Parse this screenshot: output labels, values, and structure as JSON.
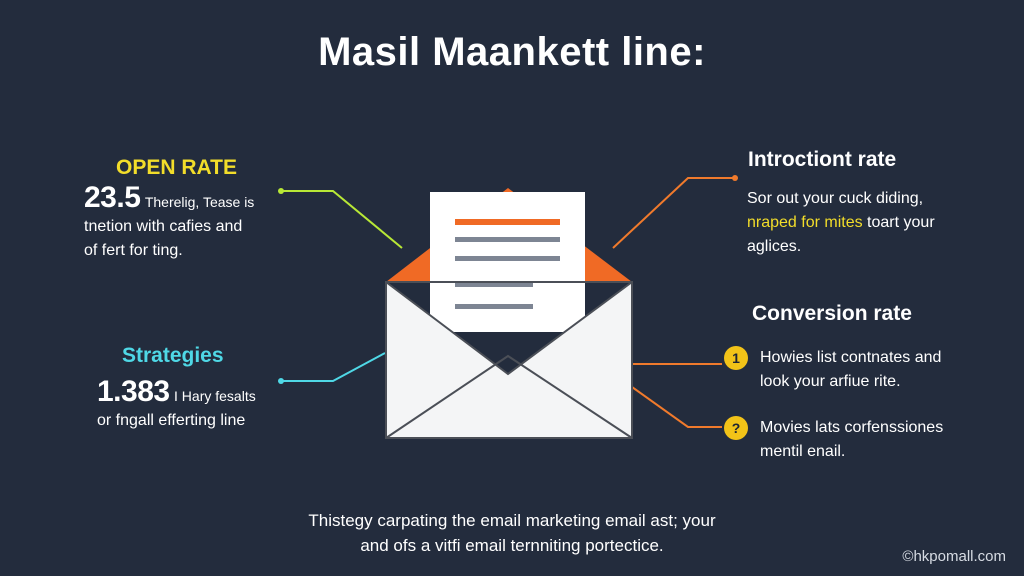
{
  "title": "Masil Maankett line:",
  "left": {
    "open_rate": {
      "heading": "OPEN RATE",
      "value": "23.5",
      "inline": "Therelig, Tease is",
      "lines": [
        "tnetion with cafies and",
        "of fert for ting."
      ]
    },
    "strategies": {
      "heading": "Strategies",
      "value": "1.383",
      "inline": "I Hary fesalts",
      "lines": [
        "or fngall efferting line"
      ]
    }
  },
  "right": {
    "introduction_rate": {
      "heading": "Introctiont rate",
      "lines": [
        "Sor out your cuck diding,",
        "aglices."
      ],
      "highlight": "nraped for mites",
      "after_highlight": " toart your"
    },
    "conversion_rate": {
      "heading": "Conversion rate",
      "items": [
        {
          "badge": "1",
          "lines": [
            "Howies list contnates and",
            "look your arfiue rite."
          ]
        },
        {
          "badge": "?",
          "lines": [
            "Movies lats corfenssiones",
            "mentil enail."
          ]
        }
      ]
    }
  },
  "footer": {
    "lines": [
      "Thistegy carpating the email marketing email ast; your",
      "and ofs a vitfi email ternniting portectice."
    ]
  },
  "brand": "©hkpomall.com",
  "colors": {
    "background": "#232c3d",
    "yellow": "#f2dd2a",
    "cyan": "#4fd8e6",
    "orange": "#f07a2c",
    "lime": "#b8e836"
  },
  "icons": [
    "envelope-icon",
    "document-icon"
  ]
}
